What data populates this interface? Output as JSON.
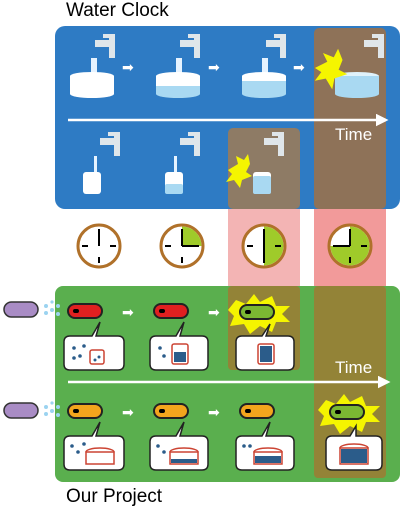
{
  "water_clock": {
    "title": "Water Clock",
    "time_label": "Time"
  },
  "our_project": {
    "title": "Our Project",
    "time_label": "Time"
  },
  "colors": {
    "water_panel": "#2e7bc4",
    "project_panel": "#5aaf4e",
    "highlight_brown": "#a9712f",
    "highlight_pink": "#f3a6a6",
    "clock_fill": "#9fcb2a",
    "clock_ring": "#b0712a",
    "cell_red": "#e02020",
    "cell_orange": "#f3a51d",
    "cell_green": "#7bb832",
    "cell_purple": "#a98cc5",
    "burst": "#f5f500"
  },
  "clocks": [
    {
      "fill_fraction": 0.0
    },
    {
      "fill_fraction": 0.25
    },
    {
      "fill_fraction": 0.5
    },
    {
      "fill_fraction": 0.75
    }
  ],
  "icons": [
    "faucet-icon",
    "water-tank-icon",
    "arrow-icon",
    "clock-icon",
    "bacterium-icon",
    "speech-bubble-icon",
    "burst-icon"
  ]
}
